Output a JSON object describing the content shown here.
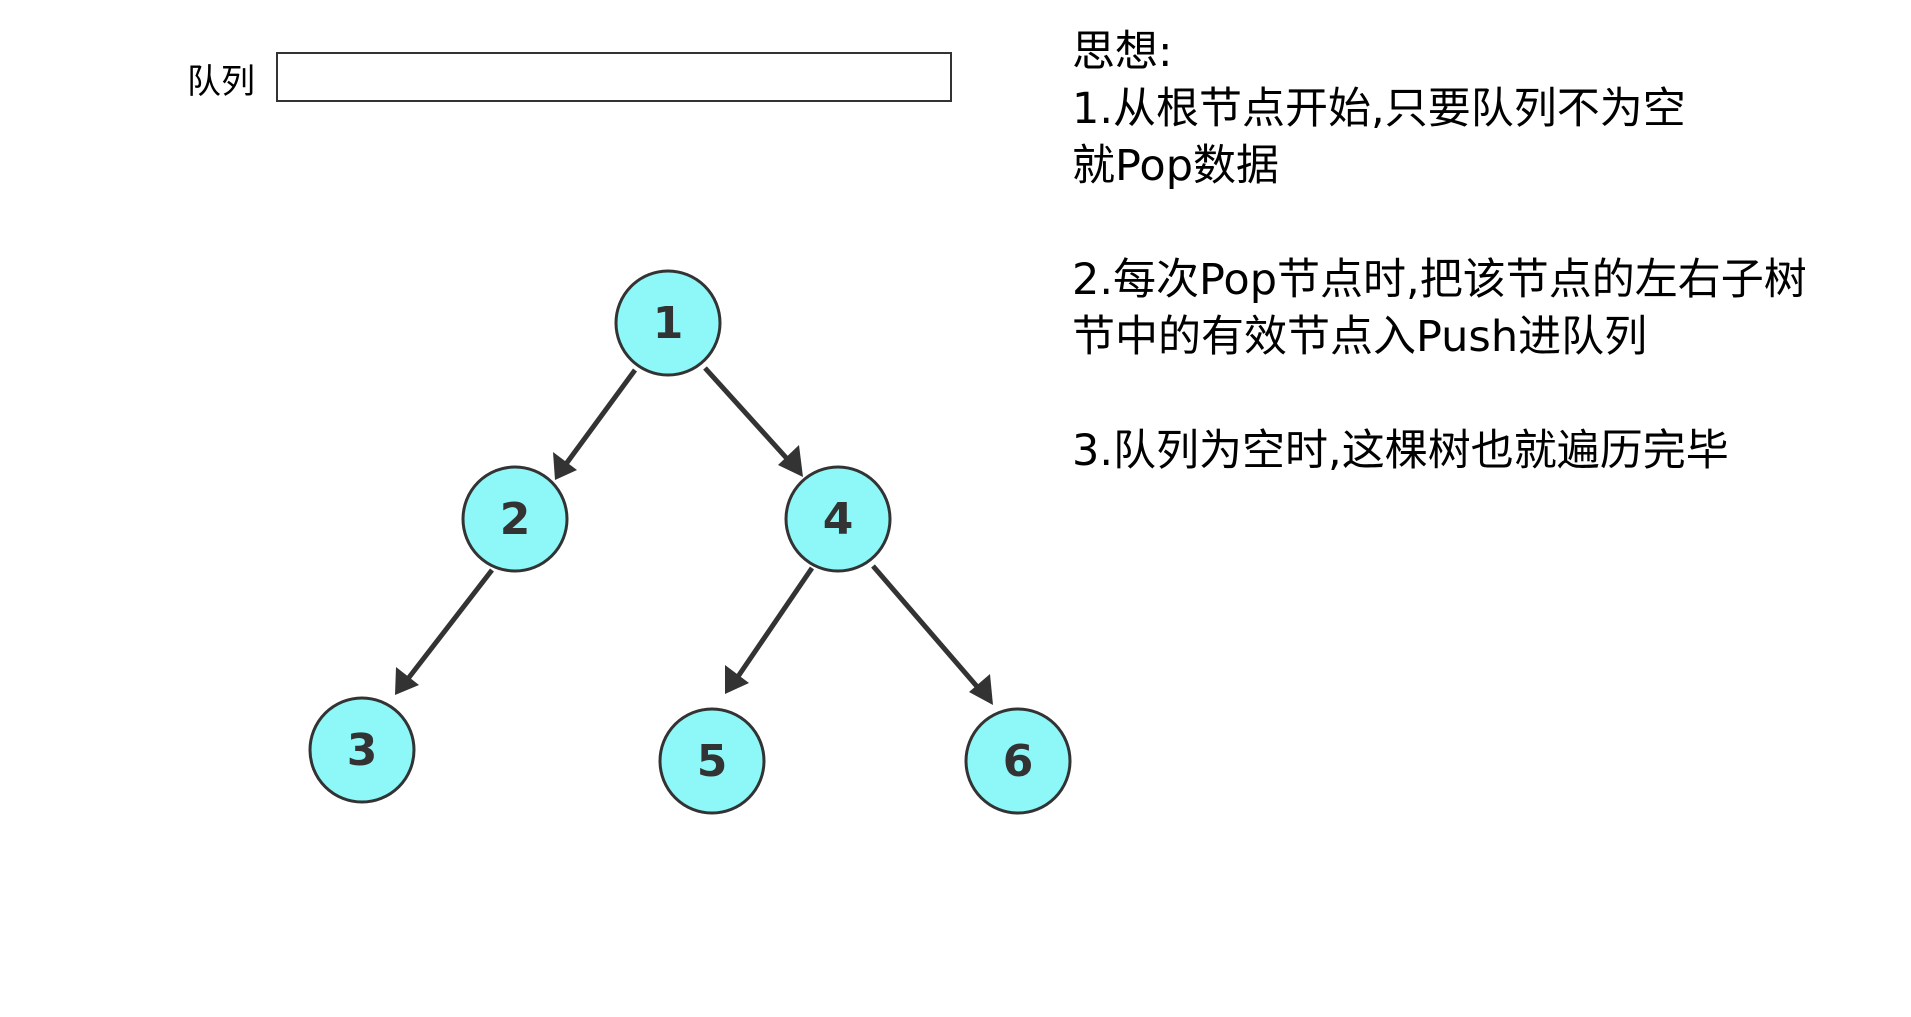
{
  "queue": {
    "label": "队列",
    "value": ""
  },
  "tree": {
    "nodes": [
      {
        "id": "1",
        "label": "1"
      },
      {
        "id": "2",
        "label": "2"
      },
      {
        "id": "4",
        "label": "4"
      },
      {
        "id": "3",
        "label": "3"
      },
      {
        "id": "5",
        "label": "5"
      },
      {
        "id": "6",
        "label": "6"
      }
    ],
    "edges": [
      {
        "from": "1",
        "to": "2"
      },
      {
        "from": "1",
        "to": "4"
      },
      {
        "from": "2",
        "to": "3"
      },
      {
        "from": "4",
        "to": "5"
      },
      {
        "from": "4",
        "to": "6"
      }
    ],
    "node_fill": "#8ef7f8",
    "stroke_color": "#333333"
  },
  "explanation": {
    "title": "思想:",
    "steps": [
      {
        "lines": [
          "1.从根节点开始,只要队列不为空",
          "就Pop数据"
        ]
      },
      {
        "lines": [
          "2.每次Pop节点时,把该节点的左右子树",
          "节中的有效节点入Push进队列"
        ]
      },
      {
        "lines": [
          "3.队列为空时,这棵树也就遍历完毕"
        ]
      }
    ]
  }
}
